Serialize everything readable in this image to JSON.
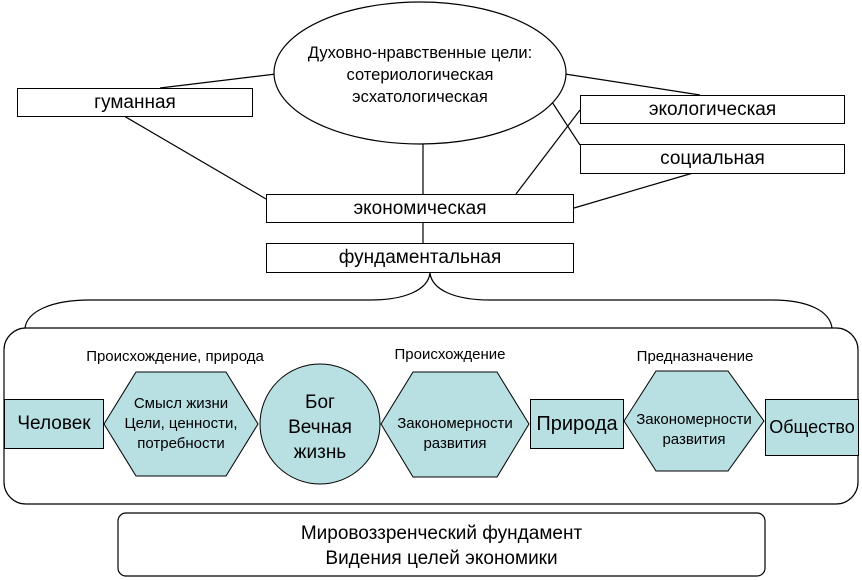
{
  "colors": {
    "fill": "#b8dfe2",
    "stroke": "#000000",
    "background": "#ffffff"
  },
  "top_goal": {
    "lines": [
      "Духовно-нравственные цели:",
      "сотериологическая",
      "эсхатологическая"
    ]
  },
  "goal_boxes": {
    "humane": "гуманная",
    "ecological": "экологическая",
    "social": "социальная",
    "economic": "экономическая",
    "fundamental": "фундаментальная"
  },
  "chain": {
    "captions": {
      "origin_nature": "Происхождение, природа",
      "origin": "Происхождение",
      "purpose": "Предназначение"
    },
    "person": "Человек",
    "meaning_hex": [
      "Смысл жизни",
      "Цели, ценности,",
      "потребности"
    ],
    "god_circle": [
      "Бог",
      "Вечная",
      "жизнь"
    ],
    "laws_hex_1": [
      "Закономерности",
      "развития"
    ],
    "nature": "Природа",
    "laws_hex_2": [
      "Закономерности",
      "развития"
    ],
    "society": "Общество"
  },
  "foundation": {
    "lines": [
      "Мировоззренческий фундамент",
      "Видения целей экономики"
    ]
  }
}
